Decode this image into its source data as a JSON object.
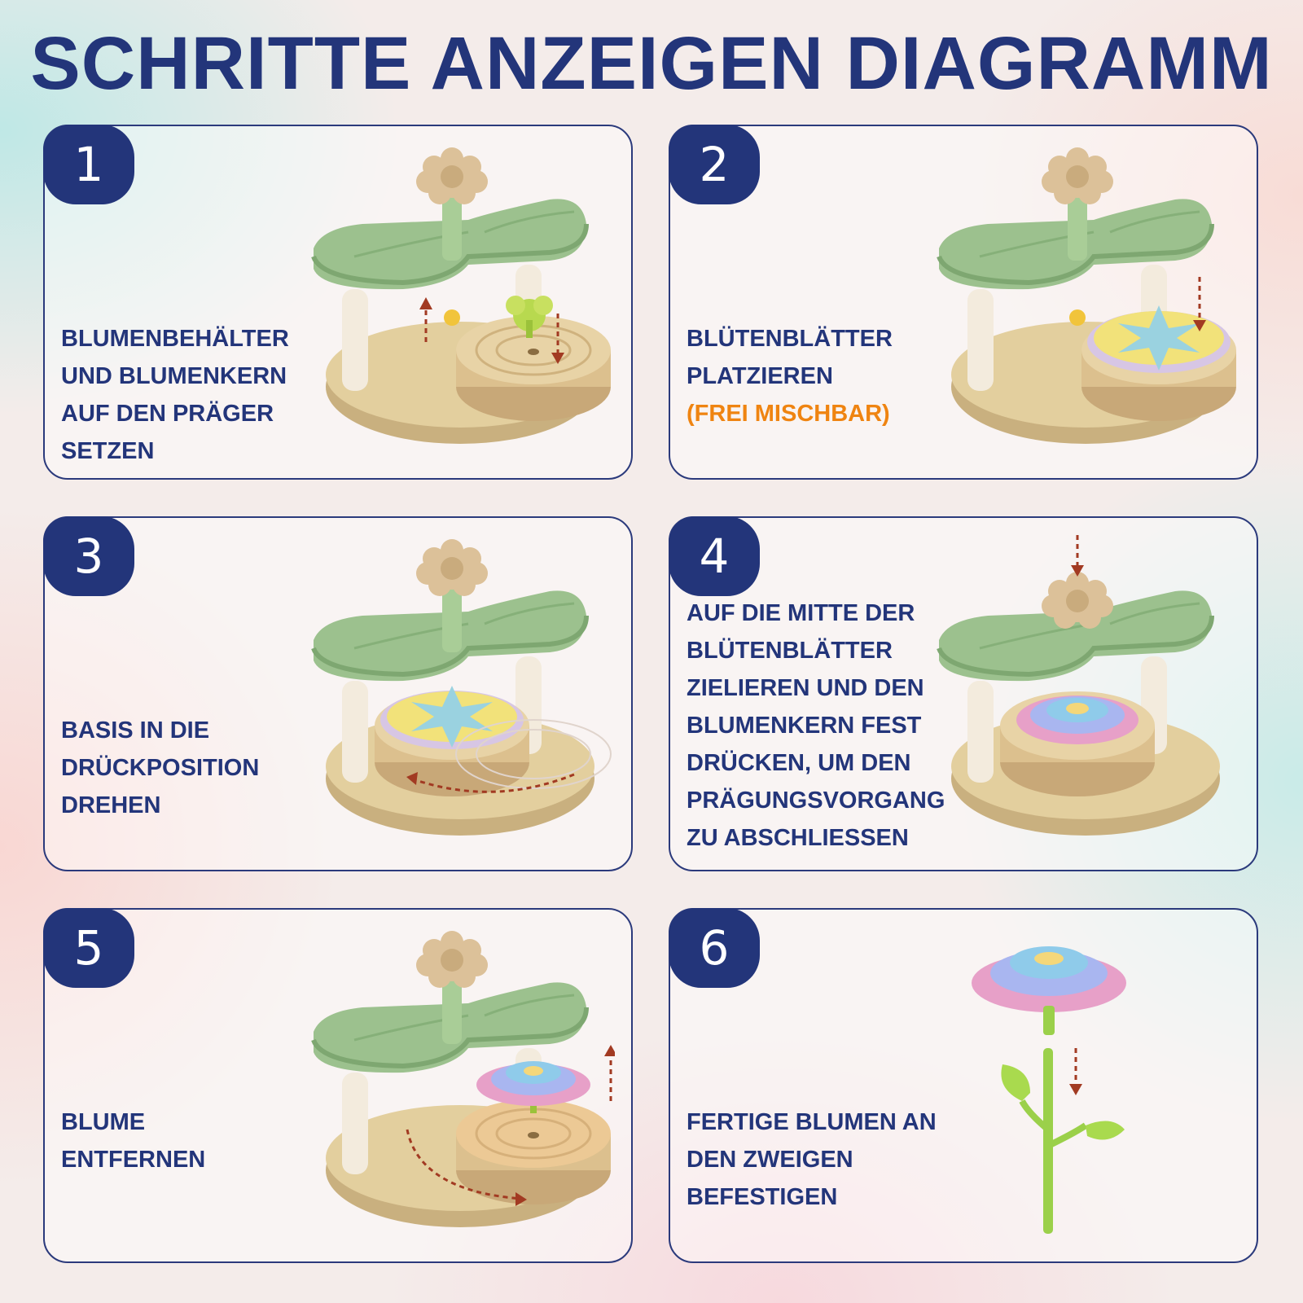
{
  "title": "SCHRITTE ANZEIGEN DIAGRAMM",
  "colors": {
    "navy": "#23357a",
    "accent": "#ef8411"
  },
  "steps": [
    {
      "number": "1",
      "lines": [
        "BLUMENBEHÄLTER",
        "UND BLUMENKERN",
        "AUF DEN PRÄGER",
        "SETZEN"
      ]
    },
    {
      "number": "2",
      "lines": [
        "BLÜTENBLÄTTER",
        "PLATZIEREN"
      ],
      "accent": "(FREI MISCHBAR)"
    },
    {
      "number": "3",
      "lines": [
        "BASIS IN DIE",
        "DRÜCKPOSITION",
        "DREHEN"
      ]
    },
    {
      "number": "4",
      "lines": [
        "AUF DIE MITTE DER",
        "BLÜTENBLÄTTER",
        "ZIELIEREN UND DEN",
        "BLUMENKERN FEST",
        "DRÜCKEN, UM DEN",
        "PRÄGUNGSVORGANG",
        "ZU ABSCHLIESSEN"
      ]
    },
    {
      "number": "5",
      "lines": [
        "BLUME",
        "ENTFERNEN"
      ]
    },
    {
      "number": "6",
      "lines": [
        "FERTIGE BLUMEN AN",
        "DEN ZWEIGEN",
        "BEFESTIGEN"
      ]
    }
  ]
}
